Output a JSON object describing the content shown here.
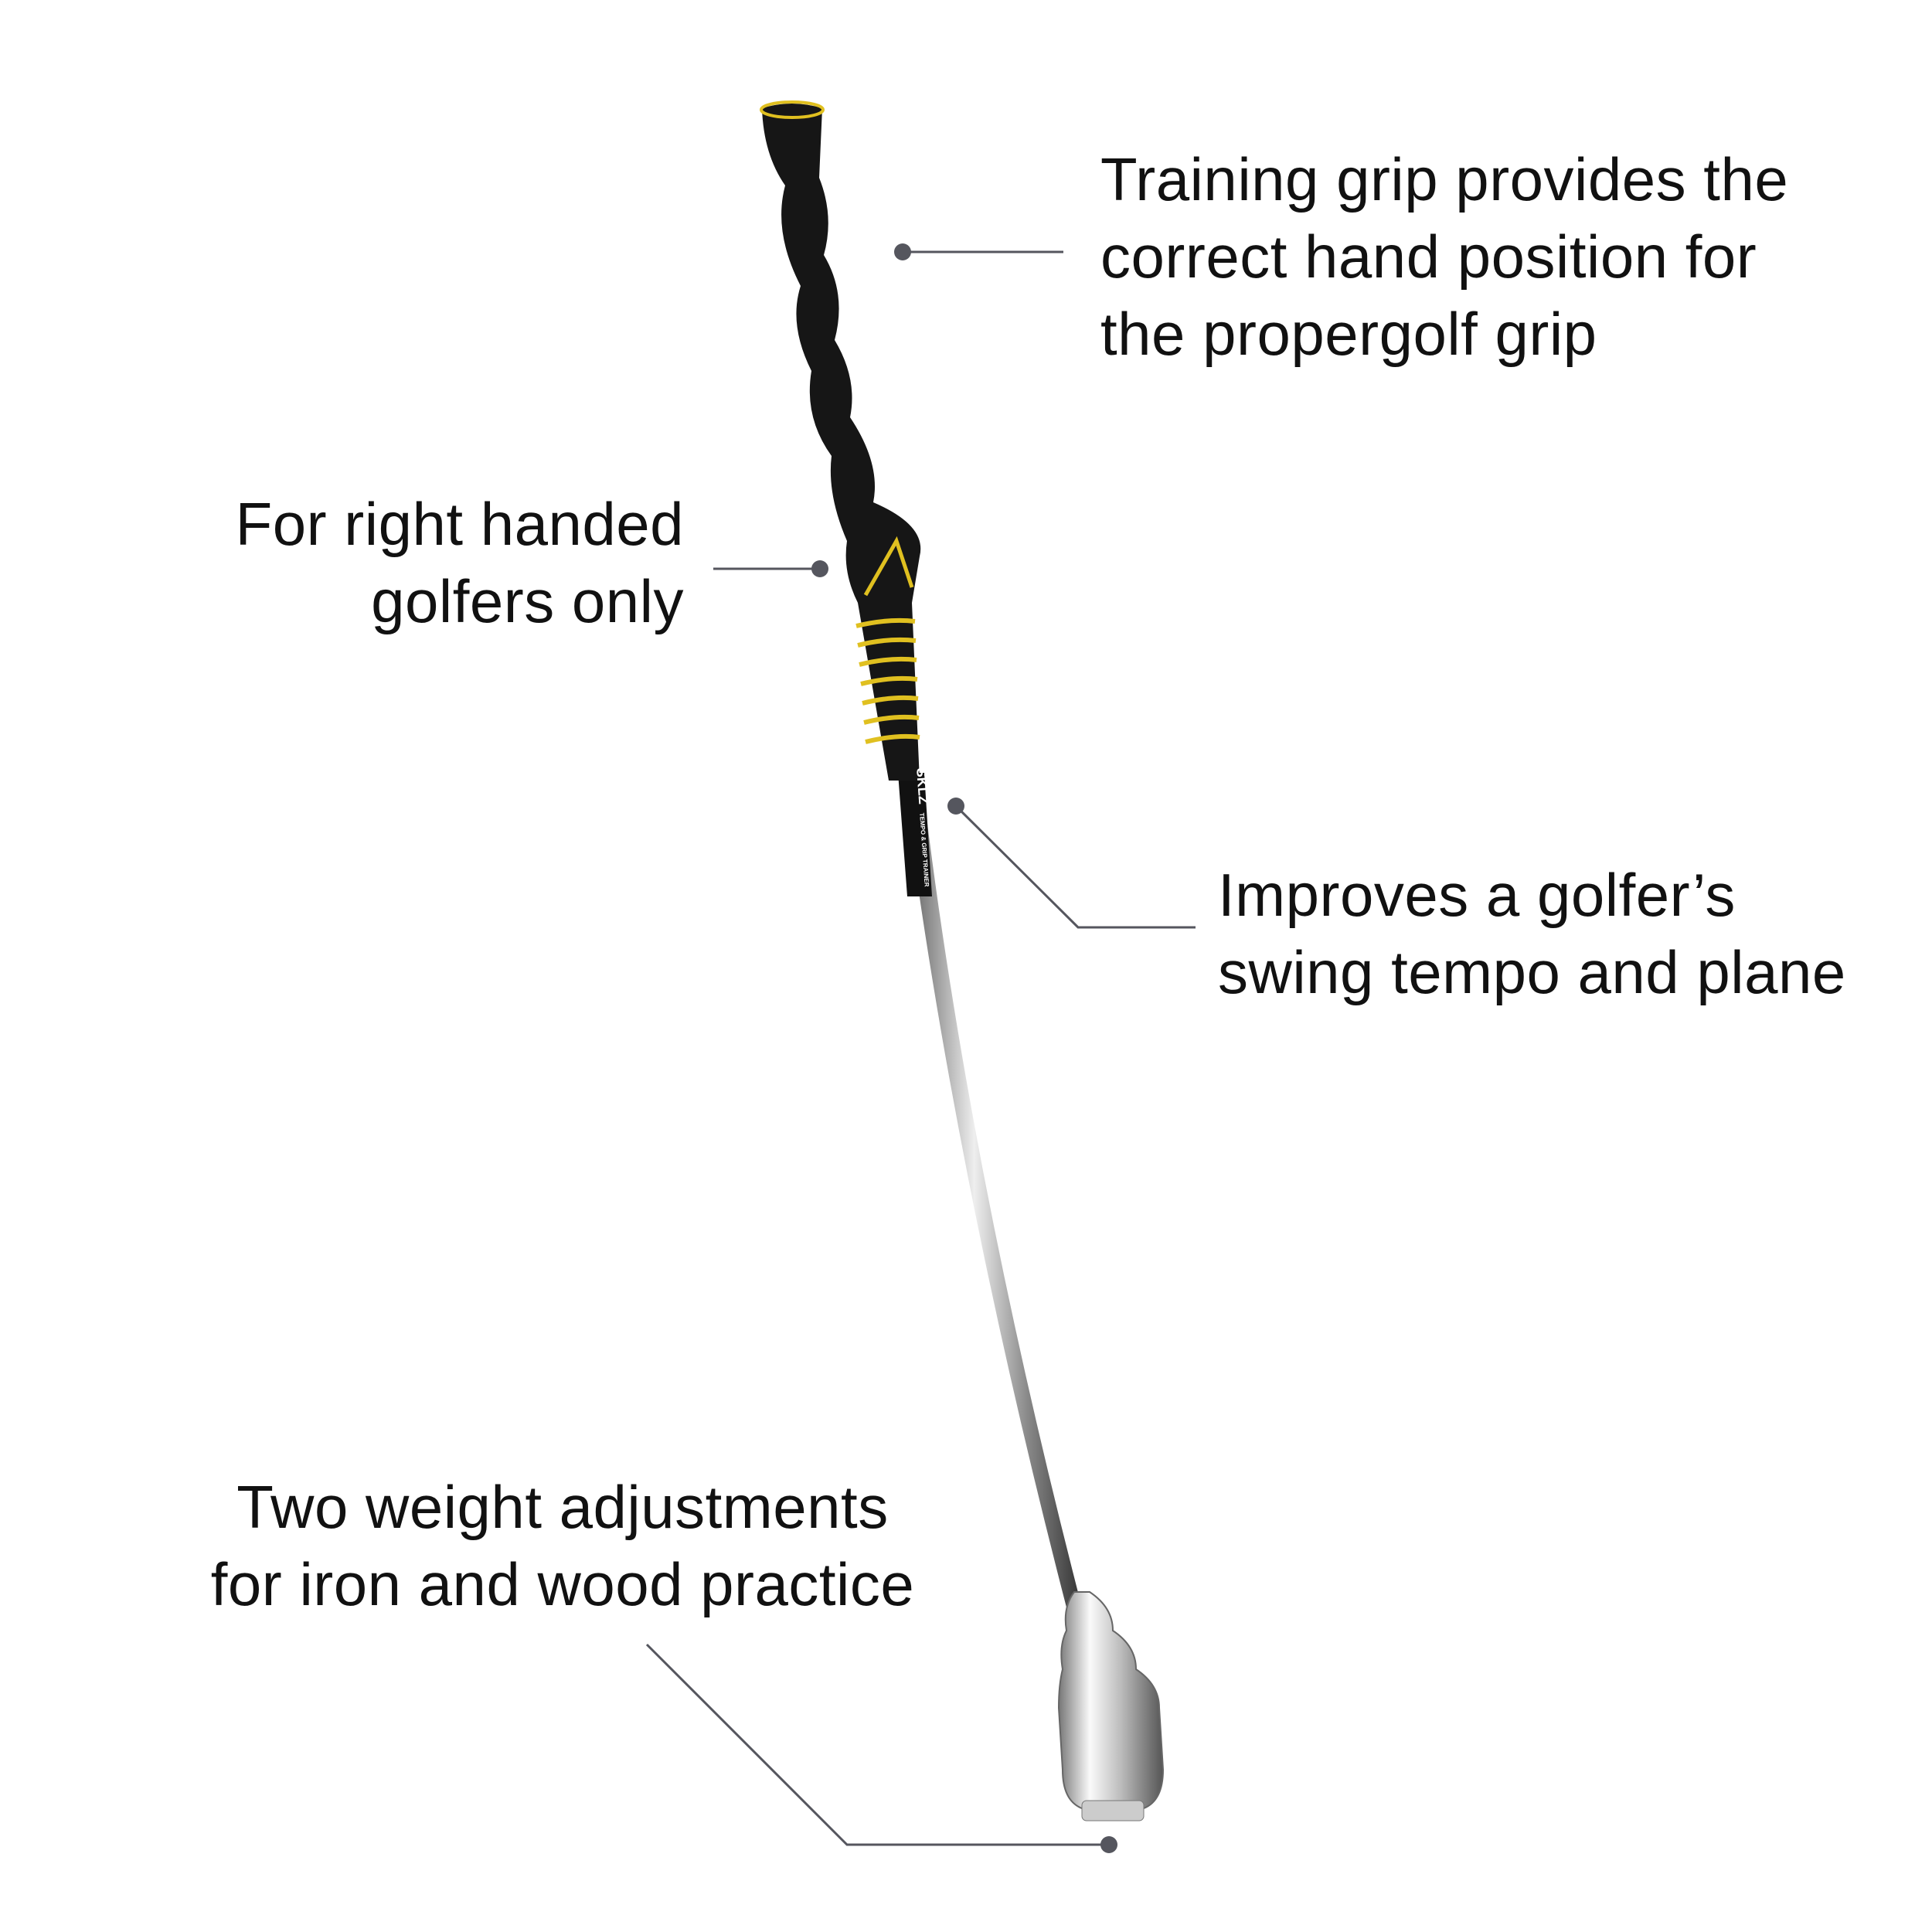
{
  "callouts": {
    "grip": {
      "lines": [
        "Training grip provides the",
        "correct hand position for",
        "the propergolf grip"
      ]
    },
    "hand": {
      "lines": [
        "For right handed",
        "golfers only"
      ]
    },
    "tempo": {
      "lines": [
        "Improves a golfer’s",
        "swing tempo and plane"
      ]
    },
    "weight": {
      "lines": [
        "Two weight adjustments",
        "for iron and wood practice"
      ]
    }
  },
  "product": {
    "logo": "SKLZ",
    "label": "TEMPO & GRIP TRAINER"
  },
  "colors": {
    "grip": "#161616",
    "accent": "#e0c020",
    "leader": "#55565e",
    "shaft": "#9a9a9a"
  }
}
